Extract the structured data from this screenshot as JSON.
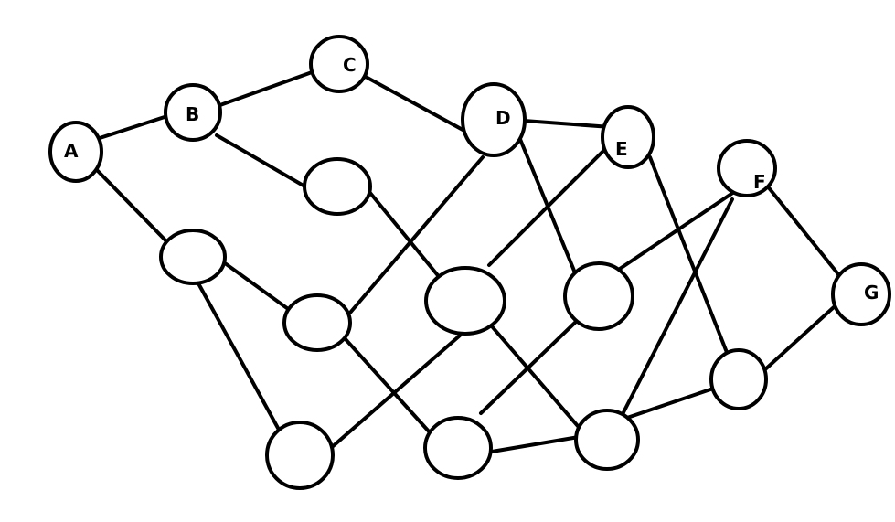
{
  "labels": {
    "A": "A",
    "B": "B",
    "C": "C",
    "D": "D",
    "E": "E",
    "F": "F",
    "G": "G"
  },
  "colors": {
    "stroke": "#000000",
    "background": "#ffffff"
  }
}
